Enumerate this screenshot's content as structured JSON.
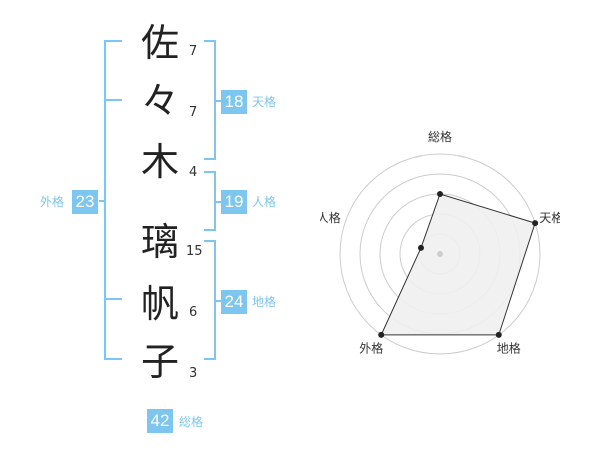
{
  "name": {
    "chars": [
      {
        "char": "佐",
        "strokes": "7"
      },
      {
        "char": "々",
        "strokes": "7"
      },
      {
        "char": "木",
        "strokes": "4"
      },
      {
        "char": "璃",
        "strokes": "15"
      },
      {
        "char": "帆",
        "strokes": "6"
      },
      {
        "char": "子",
        "strokes": "3"
      }
    ]
  },
  "kaku": {
    "tenkaku": {
      "label": "天格",
      "value": "18"
    },
    "jinkaku": {
      "label": "人格",
      "value": "19"
    },
    "chikaku": {
      "label": "地格",
      "value": "24"
    },
    "gaikaku": {
      "label": "外格",
      "value": "23"
    },
    "soukaku": {
      "label": "総格",
      "value": "42"
    }
  },
  "colors": {
    "accent": "#7cc6f0",
    "ring": "#cccccc",
    "fill": "#efefef",
    "stroke": "#333333"
  },
  "chart_data": {
    "type": "radar",
    "axes": [
      "総格",
      "天格",
      "地格",
      "外格",
      "人格"
    ],
    "values": [
      3,
      5,
      5,
      5,
      1
    ],
    "rmax": 5,
    "rings": 5
  }
}
